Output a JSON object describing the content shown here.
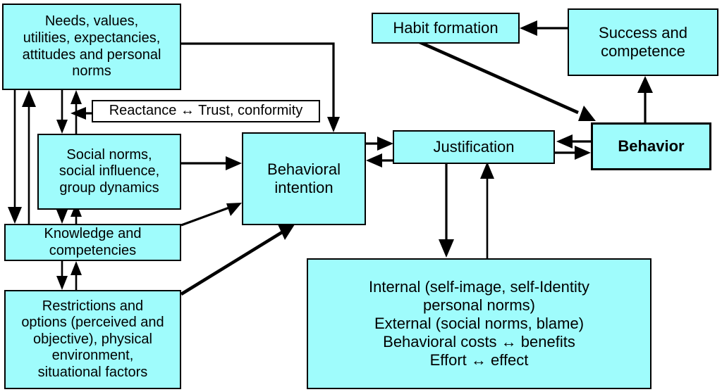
{
  "diagram": {
    "title": "Behavior change model flow diagram",
    "colors": {
      "node_fill": "#9ffcfc",
      "node_fill_alt": "#ffffff",
      "stroke": "#000000",
      "background": "#ffffff"
    },
    "nodes": [
      {
        "id": "needs",
        "label": "Needs, values,\nutilities, expectancies,\nattitudes and personal\nnorms",
        "fill": "#9ffcfc"
      },
      {
        "id": "reactance",
        "label": "Reactance ↔ Trust, conformity",
        "fill": "#ffffff"
      },
      {
        "id": "social-norms",
        "label": "Social norms,\nsocial influence,\ngroup dynamics",
        "fill": "#9ffcfc"
      },
      {
        "id": "knowledge",
        "label": "Knowledge and\ncompetencies",
        "fill": "#9ffcfc"
      },
      {
        "id": "restrictions",
        "label": "Restrictions and\noptions (perceived and\nobjective), physical\nenvironment,\nsituational factors",
        "fill": "#9ffcfc"
      },
      {
        "id": "behavioral-intention",
        "label": "Behavioral\nintention",
        "fill": "#9ffcfc"
      },
      {
        "id": "habit-formation",
        "label": "Habit formation",
        "fill": "#9ffcfc"
      },
      {
        "id": "success-competence",
        "label": "Success and\ncompetence",
        "fill": "#9ffcfc"
      },
      {
        "id": "justification",
        "label": "Justification",
        "fill": "#9ffcfc"
      },
      {
        "id": "behavior",
        "label": "Behavior",
        "fill": "#9ffcfc"
      },
      {
        "id": "costs-benefits",
        "label": "Internal (self-image, self-Identity\npersonal norms)\nExternal (social norms, blame)\nBehavioral costs ↔ benefits\nEffort ↔ effect",
        "fill": "#9ffcfc"
      }
    ],
    "edges": [
      {
        "from": "needs",
        "to": "behavioral-intention",
        "type": "arrow"
      },
      {
        "from": "needs",
        "to": "social-norms",
        "type": "arrow"
      },
      {
        "from": "social-norms",
        "to": "needs",
        "type": "arrow"
      },
      {
        "from": "reactance",
        "to": "needs",
        "type": "arrow"
      },
      {
        "from": "needs",
        "to": "knowledge",
        "type": "arrow"
      },
      {
        "from": "knowledge",
        "to": "needs",
        "type": "arrow"
      },
      {
        "from": "social-norms",
        "to": "knowledge",
        "type": "arrow"
      },
      {
        "from": "knowledge",
        "to": "social-norms",
        "type": "arrow"
      },
      {
        "from": "knowledge",
        "to": "restrictions",
        "type": "arrow"
      },
      {
        "from": "restrictions",
        "to": "knowledge",
        "type": "arrow"
      },
      {
        "from": "social-norms",
        "to": "behavioral-intention",
        "type": "arrow"
      },
      {
        "from": "knowledge",
        "to": "behavioral-intention",
        "type": "arrow"
      },
      {
        "from": "restrictions",
        "to": "behavioral-intention",
        "type": "arrow"
      },
      {
        "from": "behavioral-intention",
        "to": "justification",
        "type": "arrow"
      },
      {
        "from": "justification",
        "to": "behavioral-intention",
        "type": "arrow"
      },
      {
        "from": "justification",
        "to": "behavior",
        "type": "arrow"
      },
      {
        "from": "behavior",
        "to": "justification",
        "type": "arrow"
      },
      {
        "from": "justification",
        "to": "costs-benefits",
        "type": "arrow"
      },
      {
        "from": "costs-benefits",
        "to": "justification",
        "type": "arrow"
      },
      {
        "from": "behavior",
        "to": "success-competence",
        "type": "arrow"
      },
      {
        "from": "success-competence",
        "to": "habit-formation",
        "type": "arrow"
      },
      {
        "from": "habit-formation",
        "to": "behavior",
        "type": "arrow"
      }
    ]
  }
}
